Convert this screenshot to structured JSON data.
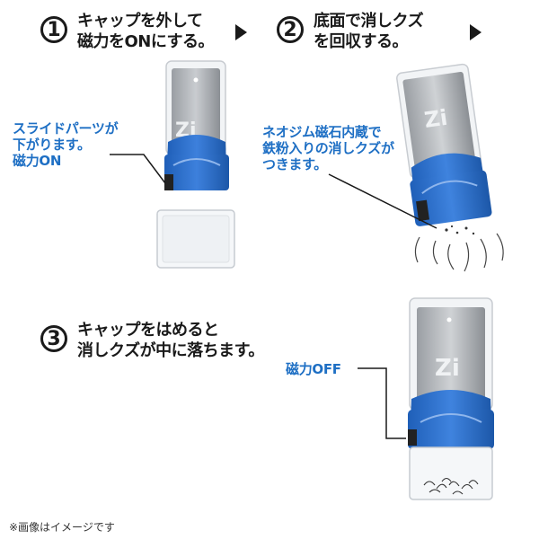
{
  "steps": [
    {
      "number": "1",
      "line1": "キャップを外して",
      "line2": "磁力をONにする。"
    },
    {
      "number": "2",
      "line1": "底面で消しクズ",
      "line2": "を回収する。"
    },
    {
      "number": "3",
      "line1": "キャップをはめると",
      "line2": "消しクズが中に落ちます。"
    }
  ],
  "labels": {
    "slide": {
      "line1": "スライドパーツが",
      "line2": "下がります。",
      "line3": "磁力ON"
    },
    "magnet": {
      "line1": "ネオジム磁石内蔵で",
      "line2": "鉄粉入りの消しクズが",
      "line3": "つきます。"
    },
    "off": "磁力OFF"
  },
  "logo_text": "Zi",
  "footnote": "※画像はイメージです",
  "colors": {
    "accent_blue": "#1e6fc4",
    "product_blue": "#2f6fd0",
    "text_dark": "#1a1a1a"
  }
}
